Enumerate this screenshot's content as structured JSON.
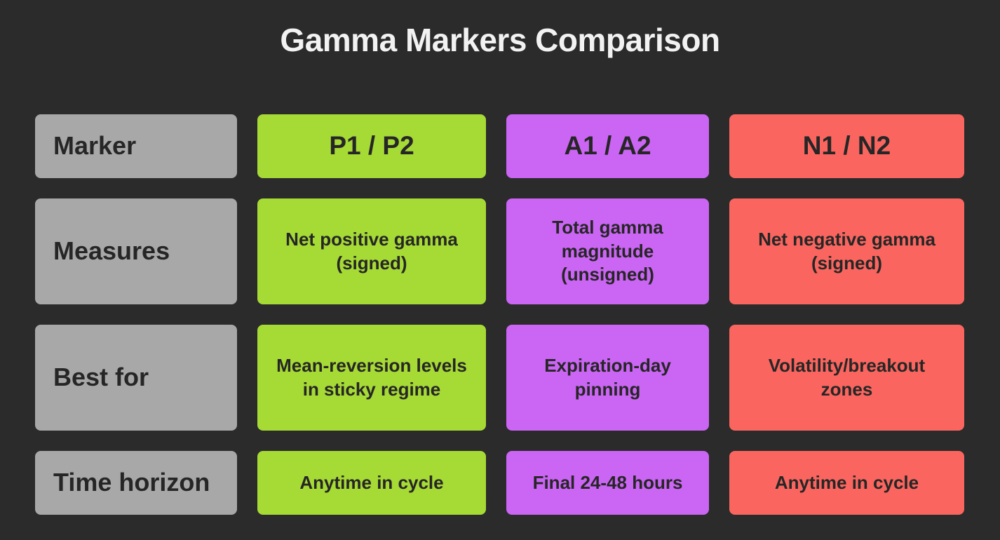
{
  "title": "Gamma Markers Comparison",
  "colors": {
    "background": "#2b2b2b",
    "label": "#a8a8a8",
    "p": "#a6da35",
    "a": "#cb65f4",
    "n": "#fa665f"
  },
  "rows": [
    {
      "label": "Marker",
      "p": "P1 / P2",
      "a": "A1 / A2",
      "n": "N1 / N2"
    },
    {
      "label": "Measures",
      "p": "Net positive gamma (signed)",
      "a": "Total gamma magnitude (unsigned)",
      "n": "Net negative gamma (signed)"
    },
    {
      "label": "Best for",
      "p": "Mean-reversion levels in sticky regime",
      "a": "Expiration-day pinning",
      "n": "Volatility/breakout zones"
    },
    {
      "label": "Time horizon",
      "p": "Anytime in cycle",
      "a": "Final 24-48 hours",
      "n": "Anytime in cycle"
    }
  ]
}
